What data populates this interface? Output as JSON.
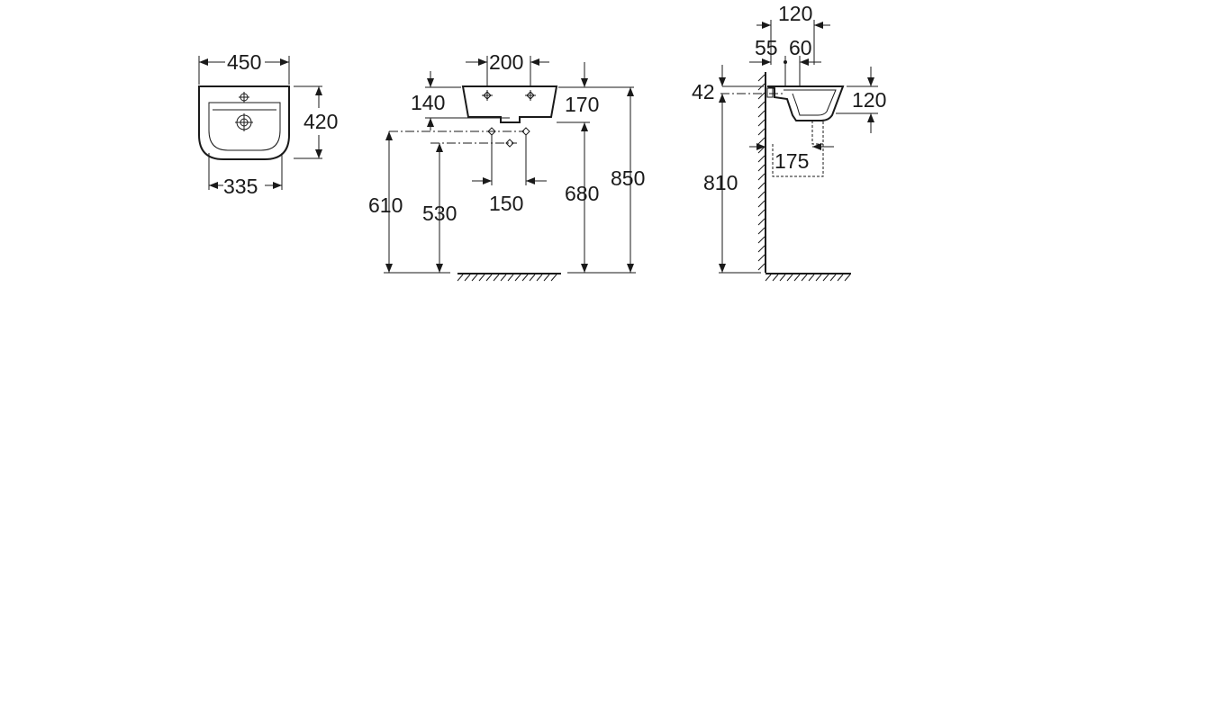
{
  "top_view": {
    "width": "450",
    "depth": "420",
    "inner_width": "335"
  },
  "front_view": {
    "tap_spacing": "200",
    "tap_hole_depth": "140",
    "basin_depth": "170",
    "waste_spacing": "150",
    "supply_height": "610",
    "waste_height": "530",
    "bottom_height": "680",
    "rim_height": "850"
  },
  "side_view": {
    "overall_depth": "120",
    "wall_offset": "55",
    "outlet_offset": "60",
    "fixing_height": "42",
    "bowl_height": "120",
    "waste_projection": "175",
    "fixing_floor_height": "810"
  }
}
